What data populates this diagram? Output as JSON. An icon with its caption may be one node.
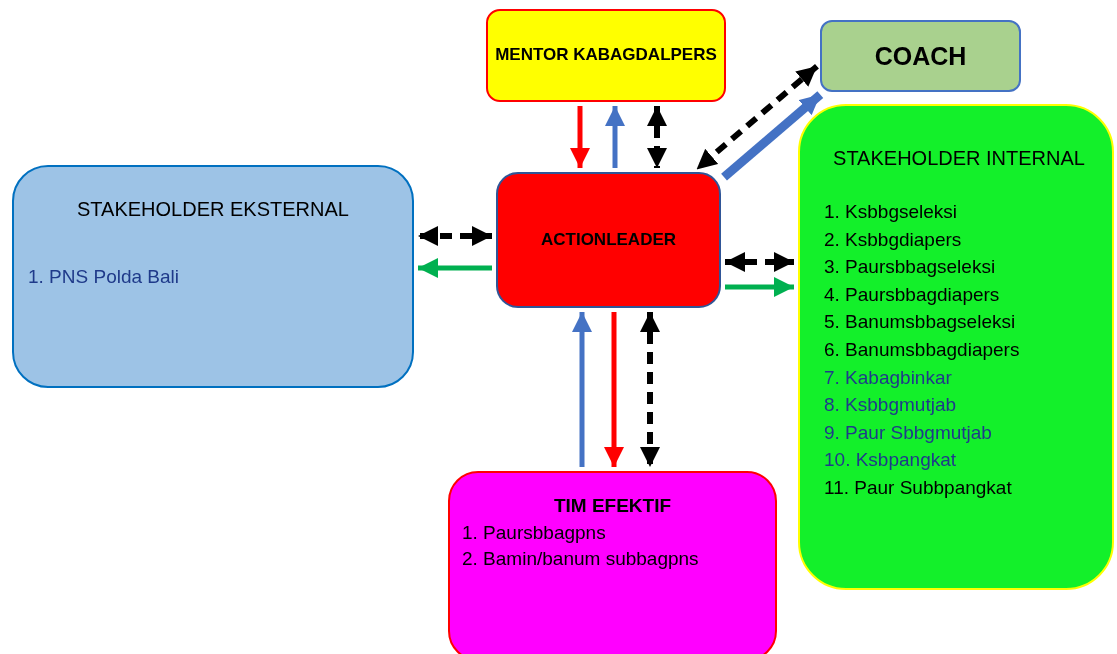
{
  "diagram": {
    "nodes": [
      {
        "text": [
          "MENTOR KABAGDALPERS"
        ]
      },
      {
        "text": [
          "COACH"
        ]
      },
      {
        "text": [
          "STAKEHOLDER EKSTERNAL",
          "1. PNS Polda Bali"
        ]
      },
      {
        "text": [
          "ACTIONLEADER"
        ]
      },
      {
        "text": [
          "STAKEHOLDER INTERNAL",
          "1. Ksbbgseleksi",
          "2. Ksbbgdiapers",
          "3. Paursbbagseleksi",
          "4. Paursbbagdiapers",
          "5. Banumsbbagseleksi",
          "6. Banumsbbagdiapers",
          "7. Kabagbinkar",
          "8. Ksbbgmutjab",
          "9. Paur Sbbgmutjab",
          "10. Ksbpangkat",
          "11. Paur Subbpangkat"
        ]
      },
      {
        "text": [
          "TIM EFEKTIF",
          "1. Paursbbagpns",
          "2. Bamin/banum subbagpns"
        ]
      }
    ],
    "edges": [
      {
        "from": 0,
        "to": 3,
        "arrow": "to",
        "color": "#ff0000"
      },
      {
        "from": 3,
        "to": 0,
        "arrow": "to",
        "color": "#4472c4"
      },
      {
        "from": 0,
        "to": 3,
        "arrow": "both",
        "style": "dashed",
        "color": "#000000"
      },
      {
        "from": 1,
        "to": 3,
        "arrow": "both",
        "style": "dashed",
        "color": "#000000"
      },
      {
        "from": 3,
        "to": 1,
        "arrow": "to",
        "style": "thick",
        "color": "#4472c4"
      },
      {
        "from": 3,
        "to": 2,
        "arrow": "both",
        "style": "dashed",
        "color": "#000000"
      },
      {
        "from": 3,
        "to": 2,
        "arrow": "to",
        "color": "#00b050"
      },
      {
        "from": 3,
        "to": 4,
        "arrow": "both",
        "style": "dashed",
        "color": "#000000"
      },
      {
        "from": 3,
        "to": 4,
        "arrow": "to",
        "color": "#00b050"
      },
      {
        "from": 5,
        "to": 3,
        "arrow": "to",
        "color": "#4472c4"
      },
      {
        "from": 3,
        "to": 5,
        "arrow": "to",
        "color": "#ff0000"
      },
      {
        "from": 3,
        "to": 5,
        "arrow": "both",
        "style": "dashed",
        "color": "#000000"
      }
    ]
  }
}
